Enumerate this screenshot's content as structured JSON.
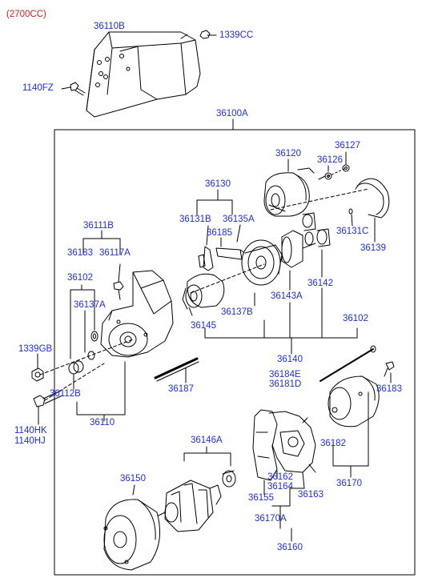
{
  "variant_note": "(2700CC)",
  "colors": {
    "label": "#1f2fd6",
    "variant": "#d81e1e",
    "line": "#000000"
  },
  "labels": {
    "p36110B": "36110B",
    "p1339CC": "1339CC",
    "p1140FZ": "1140FZ",
    "p36100A": "36100A",
    "p36120": "36120",
    "p36127": "36127",
    "p36126": "36126",
    "p36130": "36130",
    "p36131B": "36131B",
    "p36135A": "36135A",
    "p36185": "36185",
    "p36131C": "36131C",
    "p36139": "36139",
    "p36111B": "36111B",
    "p36183a": "36183",
    "p36117A": "36117A",
    "p36102a": "36102",
    "p36137A": "36137A",
    "p36142": "36142",
    "p36143A": "36143A",
    "p36137B": "36137B",
    "p36145": "36145",
    "p36102b": "36102",
    "p1339GB": "1339GB",
    "p36140": "36140",
    "p36184E": "36184E",
    "p36181D": "36181D",
    "p36187": "36187",
    "p36183b": "36183",
    "p36112B": "36112B",
    "p36110": "36110",
    "p1140HK": "1140HK",
    "p1140HJ": "1140HJ",
    "p36146A": "36146A",
    "p36182": "36182",
    "p36150": "36150",
    "p36162": "36162",
    "p36164": "36164",
    "p36170": "36170",
    "p36155": "36155",
    "p36163": "36163",
    "p36170A": "36170A",
    "p36160": "36160"
  }
}
